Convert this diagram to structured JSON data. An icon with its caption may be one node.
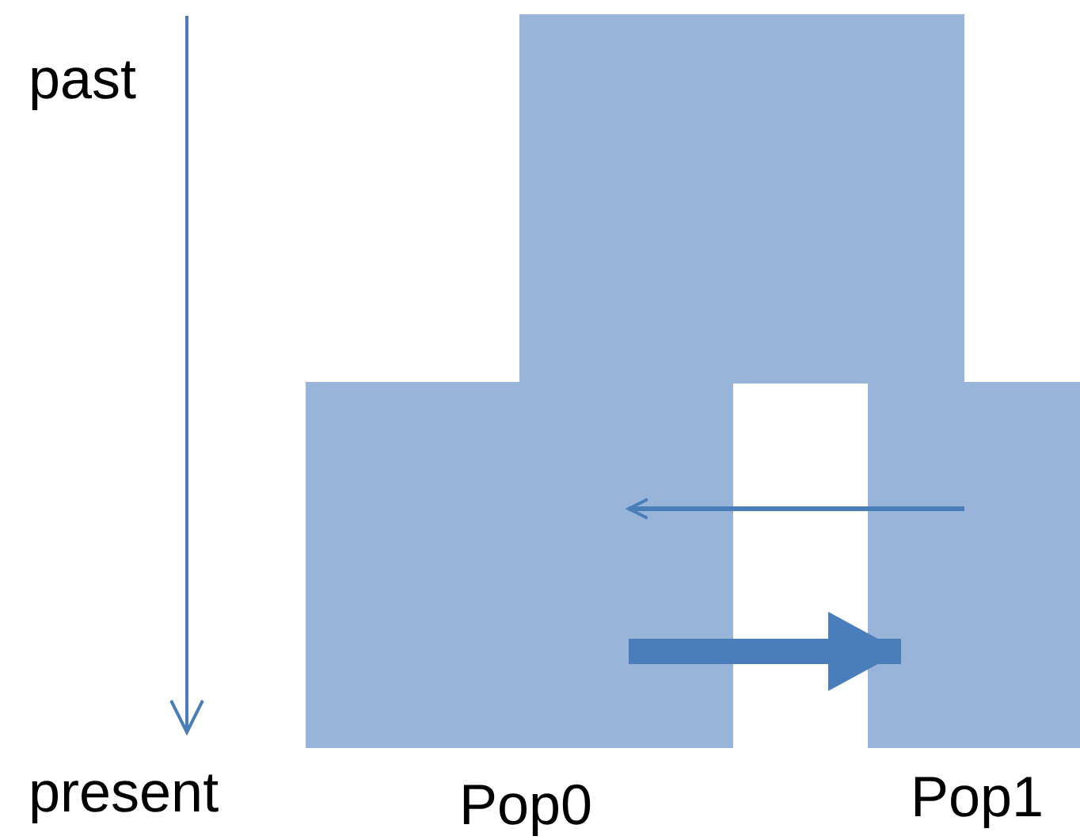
{
  "diagram": {
    "nodes": [
      {
        "text": [],
        "shape": "box"
      },
      {
        "text": [
          "Pop0"
        ]
      },
      {
        "text": [
          "Pop1"
        ]
      }
    ],
    "edges": [
      {
        "from": 2,
        "to": 1,
        "arrow": "to"
      },
      {
        "from": 1,
        "to": 2,
        "arrow": "to",
        "style": "thick"
      }
    ],
    "labels": [
      "past",
      "present"
    ]
  }
}
